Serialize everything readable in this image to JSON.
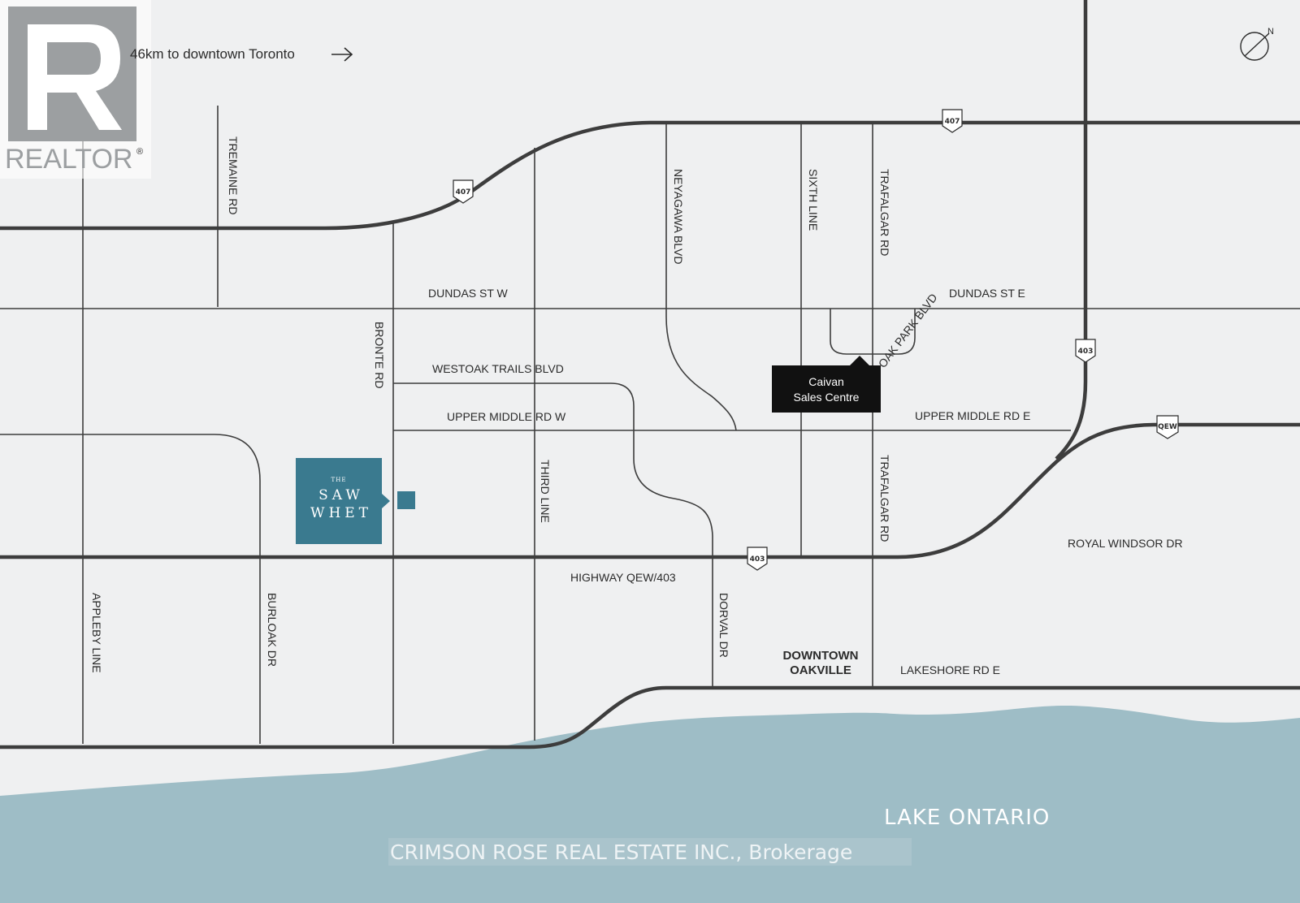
{
  "watermark": {
    "logo_text": "REALTOR",
    "registered": "®",
    "brokerage": "CRIMSON ROSE REAL ESTATE INC., Brokerage"
  },
  "top_note": {
    "text": "46km to downtown Toronto"
  },
  "compass": {
    "label": "N"
  },
  "highway_shields": {
    "h407_a": "407",
    "h407_b": "407",
    "h403_a": "403",
    "h403_b": "403",
    "qew": "QEW"
  },
  "roads": {
    "tremaine": "TREMAINE RD",
    "neyagawa": "NEYAGAWA BLVD",
    "sixth_line": "SIXTH LINE",
    "trafalgar_north": "TRAFALGAR RD",
    "trafalgar_south": "TRAFALGAR RD",
    "dundas_w": "DUNDAS ST W",
    "dundas_e": "DUNDAS ST E",
    "bronte": "BRONTE RD",
    "westoak": "WESTOAK TRAILS BLVD",
    "oak_park": "OAK PARK BLVD",
    "upper_middle_w": "UPPER MIDDLE RD W",
    "upper_middle_e": "UPPER MIDDLE RD E",
    "third_line": "THIRD LINE",
    "royal_windsor": "ROYAL WINDSOR DR",
    "highway_qew": "HIGHWAY QEW/403",
    "appleby": "APPLEBY LINE",
    "burloak": "BURLOAK DR",
    "dorval": "DORVAL DR",
    "lakeshore": "LAKESHORE RD E"
  },
  "places": {
    "downtown_line1": "DOWNTOWN",
    "downtown_line2": "OAKVILLE",
    "sales_line1": "Caivan",
    "sales_line2": "Sales Centre",
    "saw_whet_small": "THE",
    "saw_whet_line1": "SAW",
    "saw_whet_line2": "WHET",
    "lake": "LAKE ONTARIO"
  },
  "colors": {
    "background": "#eff0f1",
    "road": "#3d3d3d",
    "lake": "#9ebdc6",
    "saw_whet": "#3a7a8f",
    "sales_box": "#111111"
  }
}
